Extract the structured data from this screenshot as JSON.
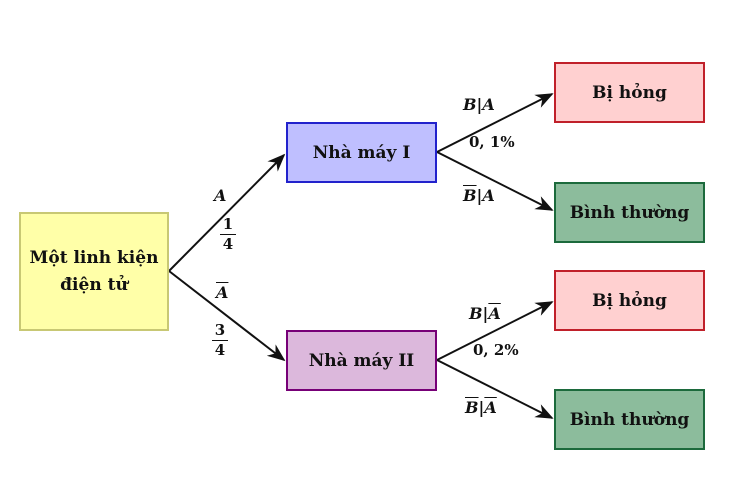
{
  "root": {
    "line1": "Một linh kiện",
    "line2": "điện tử",
    "fill": "#ffffa8",
    "border": "#c8c874"
  },
  "factory1": {
    "label": "Nhà máy I",
    "fill": "#bfbfff",
    "border": "#2222cc"
  },
  "factory2": {
    "label": "Nhà máy II",
    "fill": "#dcb8dc",
    "border": "#770077"
  },
  "outcomes": {
    "broken": {
      "label": "Bị hỏng",
      "fill": "#ffd0d0",
      "border": "#c0202a"
    },
    "normal": {
      "label": "Bình thường",
      "fill": "#8cbc9c",
      "border": "#1c6a3c"
    }
  },
  "edges": {
    "root_f1": {
      "event": "A",
      "num": "1",
      "den": "4"
    },
    "root_f2": {
      "event": "A",
      "num": "3",
      "den": "4"
    },
    "f1_broken": {
      "event_left": "B",
      "event_right": "A",
      "prob": "0, 1%"
    },
    "f1_normal": {
      "event_left": "B",
      "event_right": "A"
    },
    "f2_broken": {
      "event_left": "B",
      "event_right": "A",
      "prob": "0, 2%"
    },
    "f2_normal": {
      "event_left": "B",
      "event_right": "A"
    }
  }
}
